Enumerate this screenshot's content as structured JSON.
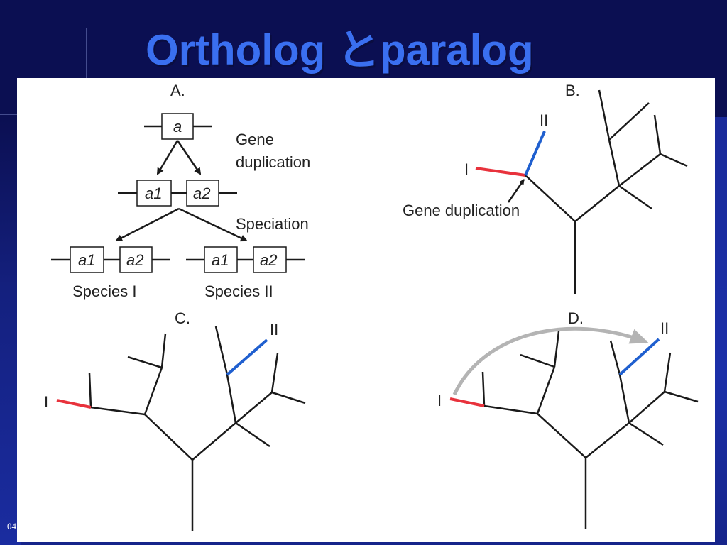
{
  "slide": {
    "title": "Ortholog とparalog",
    "footer": "04"
  },
  "panel_a": {
    "label": "A.",
    "gene": "a",
    "duplication_label_1": "Gene",
    "duplication_label_2": "duplication",
    "dup_gene_1": "a1",
    "dup_gene_2": "a2",
    "speciation_label": "Speciation",
    "species_1_genes": [
      "a1",
      "a2"
    ],
    "species_2_genes": [
      "a1",
      "a2"
    ],
    "species_1_label": "Species I",
    "species_2_label": "Species II"
  },
  "panel_b": {
    "label": "B.",
    "branch_1": "I",
    "branch_2": "II",
    "event_label": "Gene duplication"
  },
  "panel_c": {
    "label": "C.",
    "branch_1": "I",
    "branch_2": "II"
  },
  "panel_d": {
    "label": "D.",
    "branch_1": "I",
    "branch_2": "II"
  },
  "colors": {
    "branch_1": "#e8323c",
    "branch_2": "#1f5fcf",
    "transfer_arrow": "#b4b4b4",
    "title": "#3a6ff0"
  }
}
